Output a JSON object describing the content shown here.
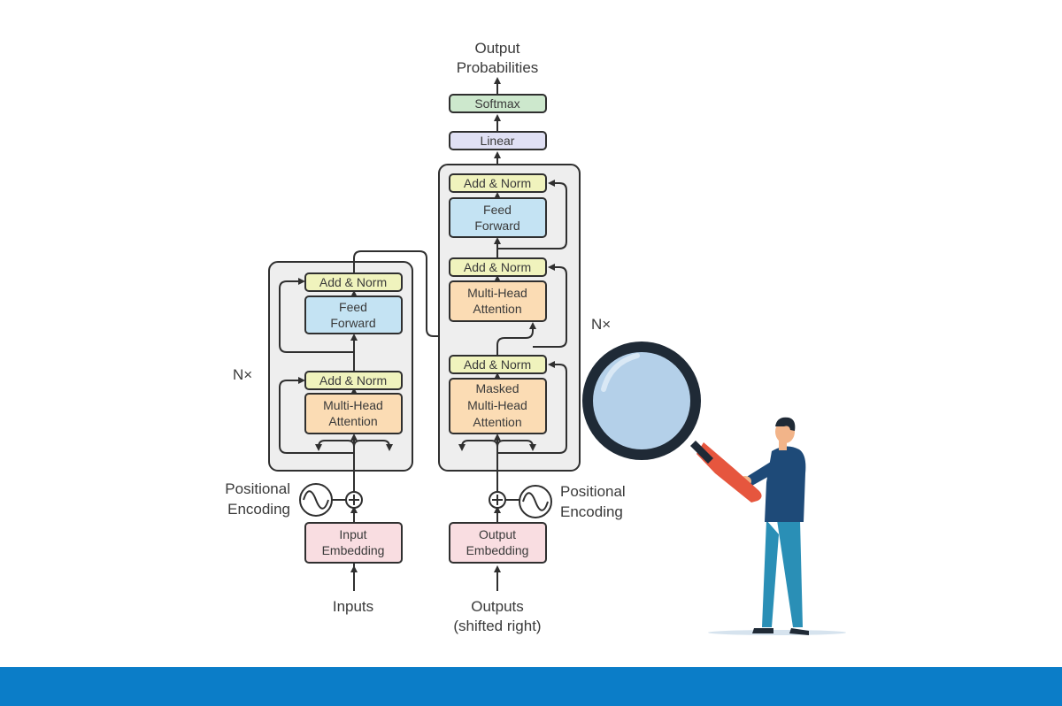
{
  "colors": {
    "frame_fill": "#eeeeee",
    "frame_stroke": "#2f2f2f",
    "add_norm": "#f0f3bd",
    "feed_forward": "#c4e3f3",
    "attention": "#fbdcb4",
    "embedding": "#f9dde1",
    "linear": "#e0e0f4",
    "softmax": "#cde8cd",
    "lens_glass": "#b4d0e9",
    "lens_rim": "#1f2a36",
    "handle": "#e6563e",
    "shirt": "#1e4a78",
    "trousers": "#2a8fb6",
    "skin": "#f2b489",
    "hair": "#1f2a36",
    "bottom_bar": "#0b7dc8"
  },
  "diagram": {
    "output_probabilities": [
      "Output",
      "Probabilities"
    ],
    "softmax": "Softmax",
    "linear": "Linear",
    "encoder": {
      "repeat": "N×",
      "add_norm_top": "Add & Norm",
      "feed_forward": [
        "Feed",
        "Forward"
      ],
      "add_norm_bottom": "Add & Norm",
      "attention": [
        "Multi-Head",
        "Attention"
      ],
      "positional_encoding": [
        "Positional",
        "Encoding"
      ],
      "embedding": [
        "Input",
        "Embedding"
      ],
      "input": "Inputs"
    },
    "decoder": {
      "repeat": "N×",
      "add_norm_top": "Add & Norm",
      "feed_forward": [
        "Feed",
        "Forward"
      ],
      "add_norm_middle": "Add & Norm",
      "attention": [
        "Multi-Head",
        "Attention"
      ],
      "add_norm_bottom": "Add & Norm",
      "masked_attention": [
        "Masked",
        "Multi-Head",
        "Attention"
      ],
      "positional_encoding": [
        "Positional",
        "Encoding"
      ],
      "embedding": [
        "Output",
        "Embedding"
      ],
      "input": [
        "Outputs",
        "(shifted right)"
      ]
    }
  },
  "illustration": {
    "magnifier": "magnifying-glass-icon",
    "person": "person-figure"
  }
}
